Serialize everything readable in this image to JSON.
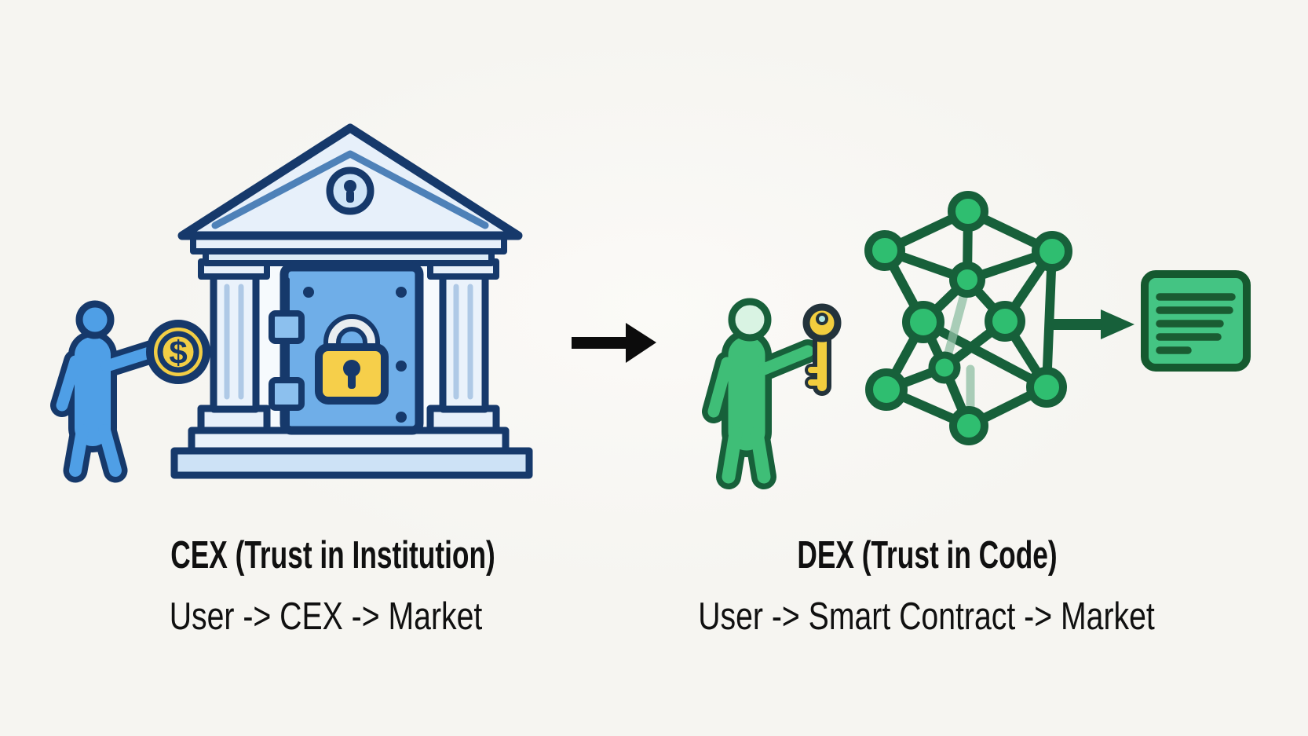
{
  "captions": {
    "cex": {
      "heading": "CEX (Trust in Institution)",
      "flow": "User -> CEX -> Market"
    },
    "dex": {
      "heading": "DEX (Trust in Code)",
      "flow": "User -> Smart Contract -> Market"
    }
  },
  "symbols": {
    "coin": "$"
  },
  "icons": {
    "left_side": [
      "user-figure-icon",
      "dollar-coin-icon",
      "bank-vault-icon",
      "padlock-icon",
      "keyhole-emblem-icon"
    ],
    "center": [
      "transition-arrow-icon"
    ],
    "right_side": [
      "user-figure-icon",
      "key-icon",
      "network-icon",
      "output-arrow-icon",
      "ledger-icon"
    ]
  },
  "colors": {
    "bg": "#f6f5f1",
    "text_color": "#101010",
    "navy": "#16396b",
    "blue_fill": "#4f9fe6",
    "bank_light": "#e7f0fa",
    "bank_pale": "#eaf2fb",
    "bank_shade": "#dcebf8",
    "bank_stripe": "#afc9e6",
    "wall_white": "#f6fafd",
    "chevron_blue": "#4e81b8",
    "emblem_blue": "#cfe4f7",
    "door_blue": "#6faee8",
    "hinge_blue": "#8cc0ee",
    "step_blue": "#cde2f6",
    "coin_yellow": "#f2ce45",
    "lock_yellow": "#f6cf4a",
    "shackle_gray": "#e9edf0",
    "black_arrow": "#0c0c0c",
    "green_dark": "#17603a",
    "green_fill": "#3fbe77",
    "green_head": "#d9f3e3",
    "node_green": "#2fbe70",
    "edge_faded": "#8fbfa4",
    "key_dark": "#23333b",
    "key_yellow": "#f2ce3e",
    "key_dot": "#aee8e2",
    "ledger_green": "#44c483",
    "ledger_line": "#1a5c32",
    "ledger_border": "#15592f"
  }
}
